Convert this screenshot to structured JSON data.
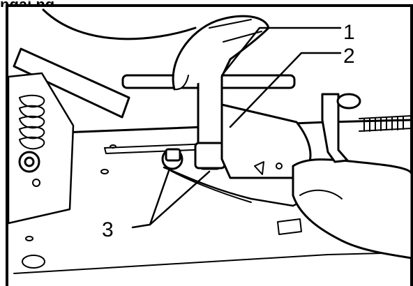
{
  "header_text": "ngaj.ng",
  "callouts": {
    "one": "1",
    "two": "2",
    "three": "3"
  },
  "colors": {
    "ink": "#000000",
    "paper": "#ffffff"
  }
}
